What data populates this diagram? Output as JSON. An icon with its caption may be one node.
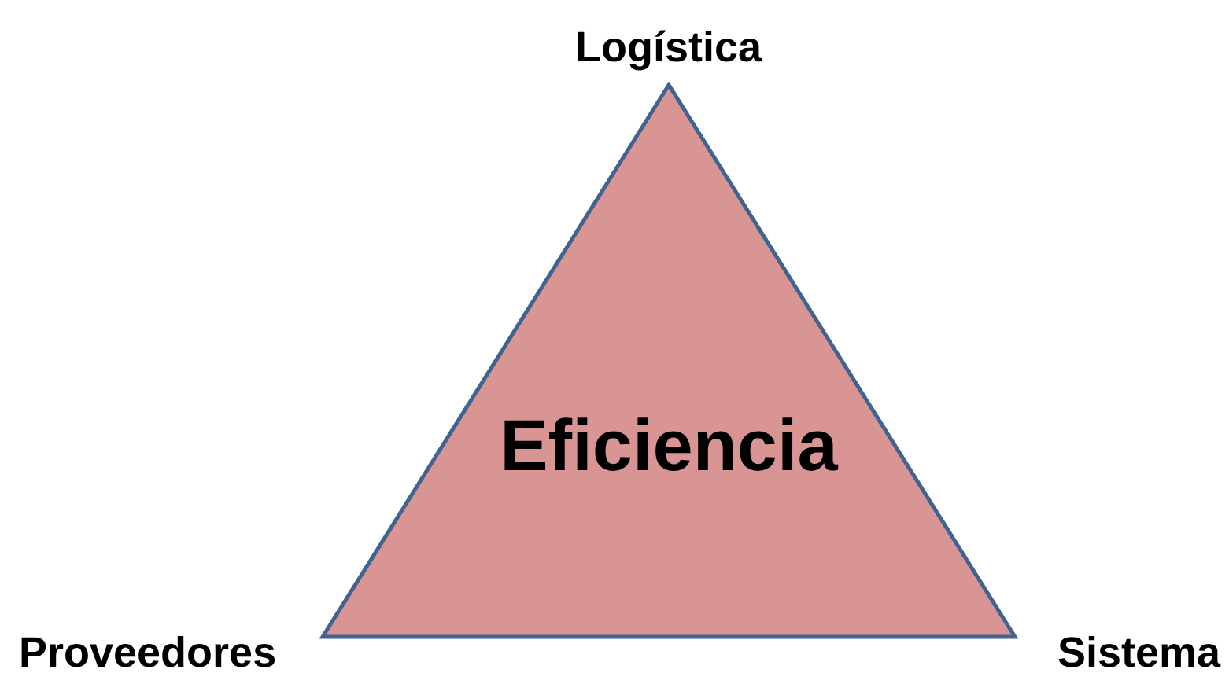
{
  "diagram": {
    "nodes": [
      {
        "text": [
          "Eficiencia"
        ]
      }
    ],
    "edges": [],
    "labels": [
      "Logística",
      "Proveedores",
      "Sistema"
    ]
  }
}
